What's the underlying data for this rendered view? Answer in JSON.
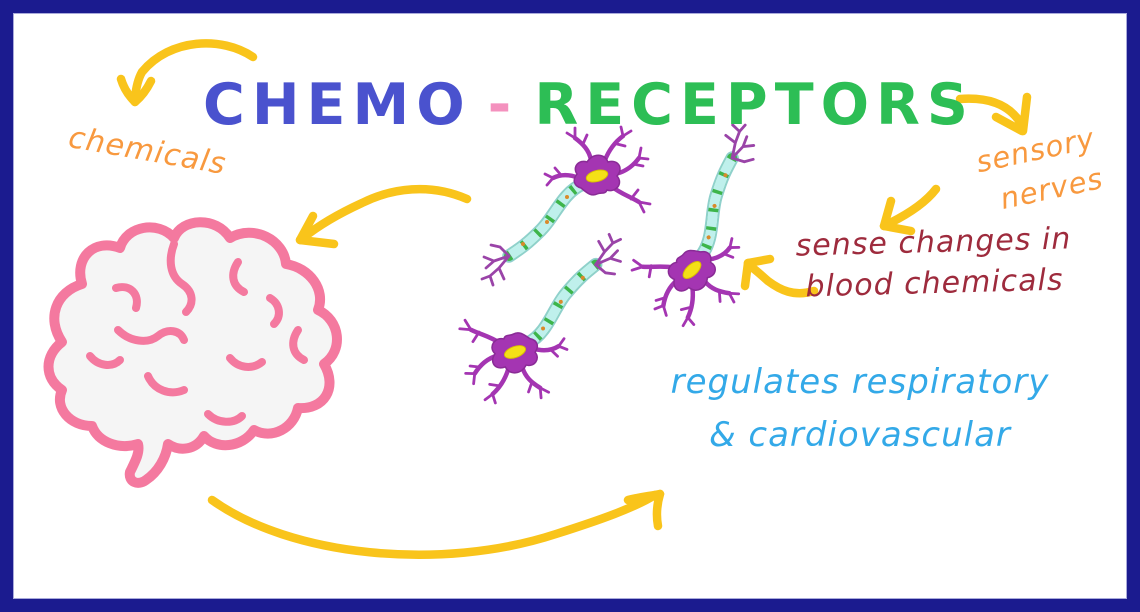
{
  "frame": {
    "border_color": "#1b1b8f",
    "background_color": "#ffffff"
  },
  "title": {
    "part1": "CHEMO",
    "separator": "-",
    "part2": "RECEPTORS",
    "part1_color": "#4a52ce",
    "separator_color": "#f491be",
    "part2_color": "#2dbe55"
  },
  "annotations": {
    "chemicals": {
      "text": "chemicals",
      "color": "#f8993f"
    },
    "sensory_nerves": {
      "line1": "sensory",
      "line2": "nerves",
      "color": "#f8993f"
    },
    "sense_changes": {
      "line1": "sense changes in",
      "line2": "blood chemicals",
      "color": "#9e2b3d"
    },
    "regulates": {
      "line1": "regulates respiratory",
      "line2": "& cardiovascular",
      "color": "#33a9e8"
    }
  },
  "illustrations": {
    "brain": {
      "label": "brain",
      "outline_color": "#f4799f",
      "fill_color": "#f5f5f5"
    },
    "neurons": {
      "label": "neurons",
      "count": 3,
      "soma_color": "#a435b2",
      "myelin_color": "#bff0ec",
      "node_color": "#3db54a",
      "nucleus_color": "#f4e017"
    },
    "arrows": {
      "color": "#f9c41b",
      "count": 6
    }
  }
}
